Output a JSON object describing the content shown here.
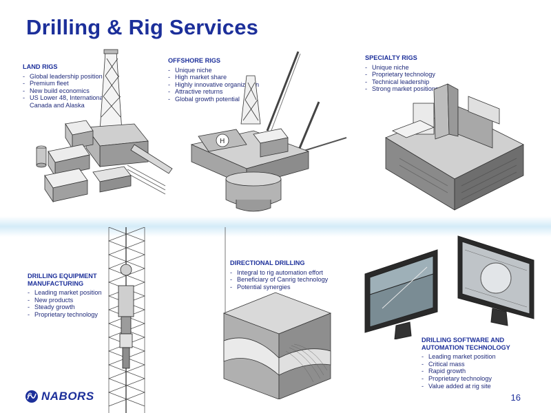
{
  "title": "Drilling & Rig Services",
  "sections": {
    "land_rigs": {
      "heading": "LAND RIGS",
      "items": [
        "Global leadership position",
        "Premium fleet",
        "New build economics",
        "US Lower 48, International, Canada and Alaska"
      ]
    },
    "offshore_rigs": {
      "heading": "OFFSHORE RIGS",
      "items": [
        "Unique niche",
        "High market share",
        "Highly innovative organization",
        "Attractive returns",
        "Global growth potential"
      ]
    },
    "specialty_rigs": {
      "heading": "SPECIALTY RIGS",
      "items": [
        "Unique niche",
        "Proprietary technology",
        "Technical leadership",
        "Strong market positions"
      ]
    },
    "drilling_equipment": {
      "heading_line1": "DRILLING EQUIPMENT",
      "heading_line2": "MANUFACTURING",
      "items": [
        "Leading market position",
        "New products",
        "Steady growth",
        "Proprietary technology"
      ]
    },
    "directional_drilling": {
      "heading": "DIRECTIONAL DRILLING",
      "items": [
        "Integral to rig automation effort",
        "Beneficiary of Canrig technology",
        "Potential synergies"
      ]
    },
    "software": {
      "heading_line1": "DRILLING SOFTWARE AND",
      "heading_line2": "AUTOMATION TECHNOLOGY",
      "items": [
        "Leading market position",
        "Critical mass",
        "Rapid growth",
        "Proprietary technology",
        "Value added at rig site"
      ]
    }
  },
  "logo": {
    "text": "NABORS",
    "icon": "nabors-logo-icon"
  },
  "page_number": "16",
  "colors": {
    "title": "#1c2f9a",
    "text": "#1f2a7a",
    "band": "#d4ebf8"
  }
}
